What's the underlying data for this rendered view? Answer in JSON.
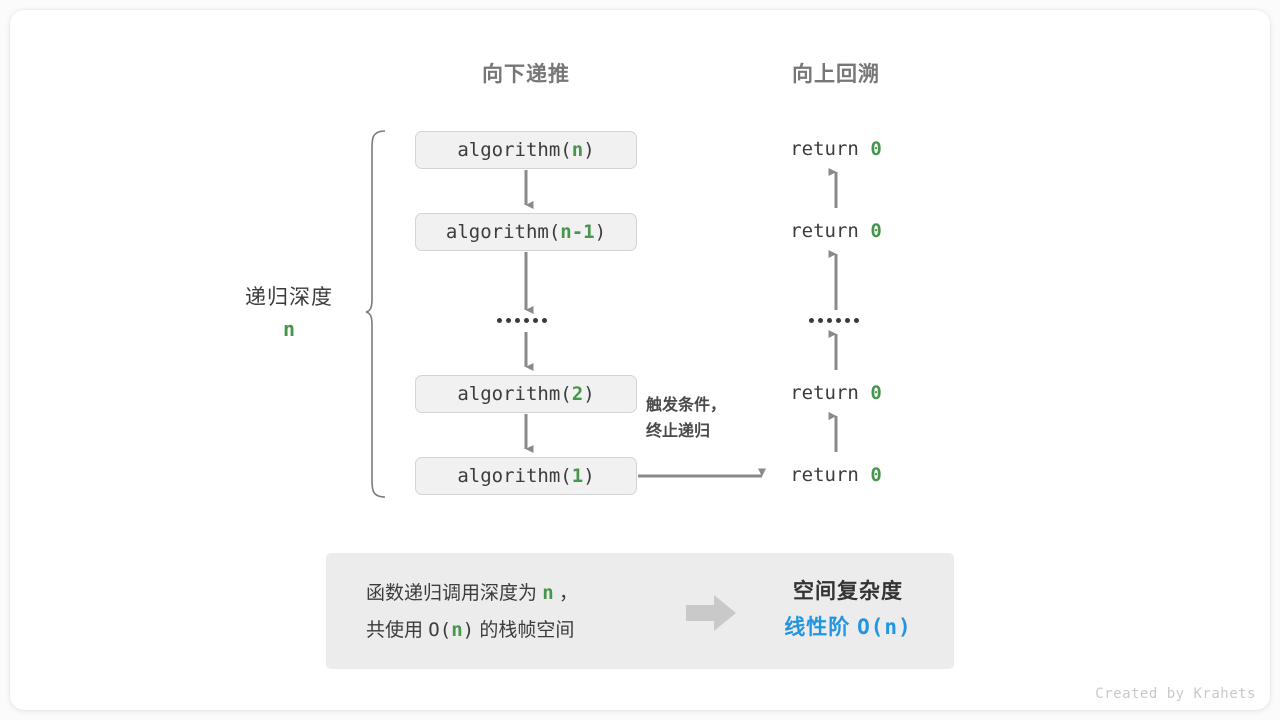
{
  "columns": {
    "left_header": "向下递推",
    "right_header": "向上回溯"
  },
  "depth": {
    "label": "递归深度",
    "value": "n"
  },
  "calls": [
    {
      "prefix": "algorithm(",
      "arg": "n",
      "suffix": ")"
    },
    {
      "prefix": "algorithm(",
      "arg": "n-1",
      "suffix": ")"
    },
    {
      "prefix": "algorithm(",
      "arg": "2",
      "suffix": ")"
    },
    {
      "prefix": "algorithm(",
      "arg": "1",
      "suffix": ")"
    }
  ],
  "returns": [
    {
      "keyword": "return",
      "value": "0"
    },
    {
      "keyword": "return",
      "value": "0"
    },
    {
      "keyword": "return",
      "value": "0"
    },
    {
      "keyword": "return",
      "value": "0"
    }
  ],
  "ellipsis": "••••••",
  "condition": {
    "line1": "触发条件，",
    "line2": "终止递归"
  },
  "summary": {
    "left_line1_a": "函数递归调用深度为",
    "left_line1_n": "n",
    "left_line1_b": "，",
    "left_line2_a": "共使用",
    "left_line2_o": "O(",
    "left_line2_n": "n",
    "left_line2_c": ")",
    "left_line2_b": "的栈帧空间",
    "right_line1": "空间复杂度",
    "right_line2_a": "线性阶",
    "right_line2_b": "O(n)"
  },
  "credit": "Created by Krahets",
  "colors": {
    "green": "#46964b",
    "blue": "#2196e3",
    "arrow_gray": "#8a8a8a",
    "box_fill": "#f1f1f1",
    "box_border": "#d4d4d4",
    "panel_fill": "#ececec"
  }
}
